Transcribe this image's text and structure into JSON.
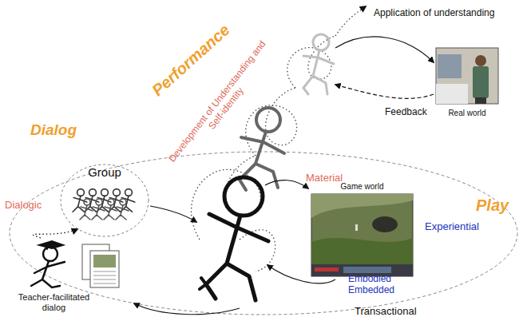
{
  "diagram": {
    "nodes": [
      {
        "text": [
          "Group"
        ]
      },
      {
        "text": [
          "Game world"
        ]
      },
      {
        "text": [
          "Real world"
        ]
      },
      {
        "text": [
          "Teacher-facilitated dialog"
        ]
      }
    ],
    "edges": [
      {
        "from": 3,
        "to": 0,
        "arrow": "to"
      }
    ],
    "labels": [
      "Performance",
      "Development of Understanding and Self-identity",
      "Application of understanding",
      "Feedback",
      "Dialog",
      "Dialogic",
      "Material",
      "Play",
      "Experiential",
      "Embodied",
      "Embedded",
      "Transactional"
    ]
  }
}
